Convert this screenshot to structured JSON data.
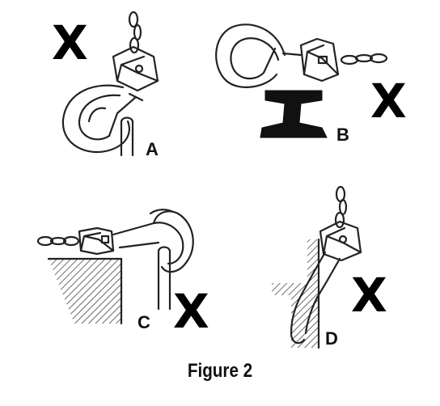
{
  "panels": [
    {
      "label": "A",
      "mark": "X"
    },
    {
      "label": "B",
      "mark": "X"
    },
    {
      "label": "C",
      "mark": "X"
    },
    {
      "label": "D",
      "mark": "X"
    }
  ],
  "caption": "Figure 2",
  "colors": {
    "ink": "#111111",
    "background": "#ffffff"
  },
  "icons": [
    "hook-icon",
    "chain-icon",
    "i-beam-icon",
    "wall-hatch-icon",
    "prohibited-x-icon"
  ]
}
